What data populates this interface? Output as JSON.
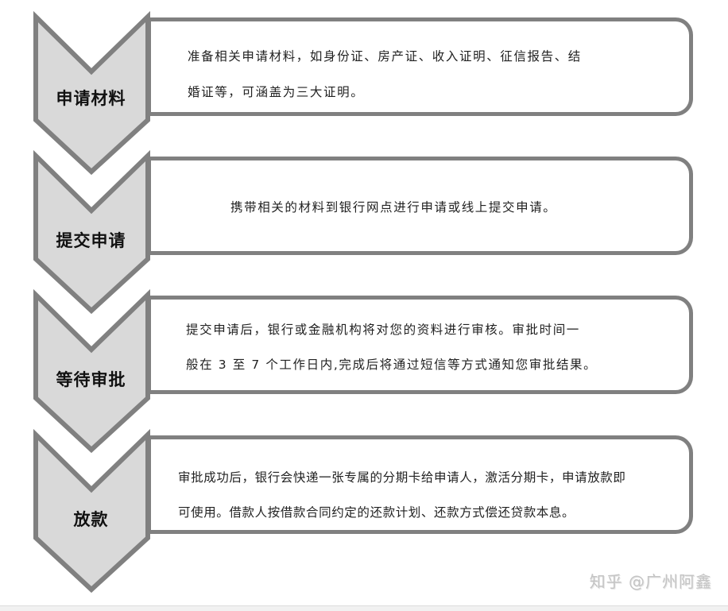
{
  "colors": {
    "chevron_fill": "#d9d9d9",
    "stroke": "#808080",
    "box_fill": "#ffffff",
    "text": "#222222",
    "watermark": "#c4c4c4"
  },
  "steps": [
    {
      "label": "申请材料",
      "lines": [
        "准备相关申请材料，如身份证、房产证、收入证明、征信报告、结",
        "婚证等，可涵盖为三大证明。"
      ]
    },
    {
      "label": "提交申请",
      "lines": [
        "携带相关的材料到银行网点进行申请或线上提交申请。"
      ]
    },
    {
      "label": "等待审批",
      "lines": [
        "提交申请后，银行或金融机构将对您的资料进行审核。审批时间一",
        "般在 3 至 7 个工作日内,完成后将通过短信等方式通知您审批结果。"
      ]
    },
    {
      "label": "放款",
      "lines": [
        "审批成功后，银行会快递一张专属的分期卡给申请人，激活分期卡，申请放款即",
        "可使用。借款人按借款合同约定的还款计划、还款方式偿还贷款本息。"
      ]
    }
  ],
  "watermark": "知乎 @广州阿鑫"
}
